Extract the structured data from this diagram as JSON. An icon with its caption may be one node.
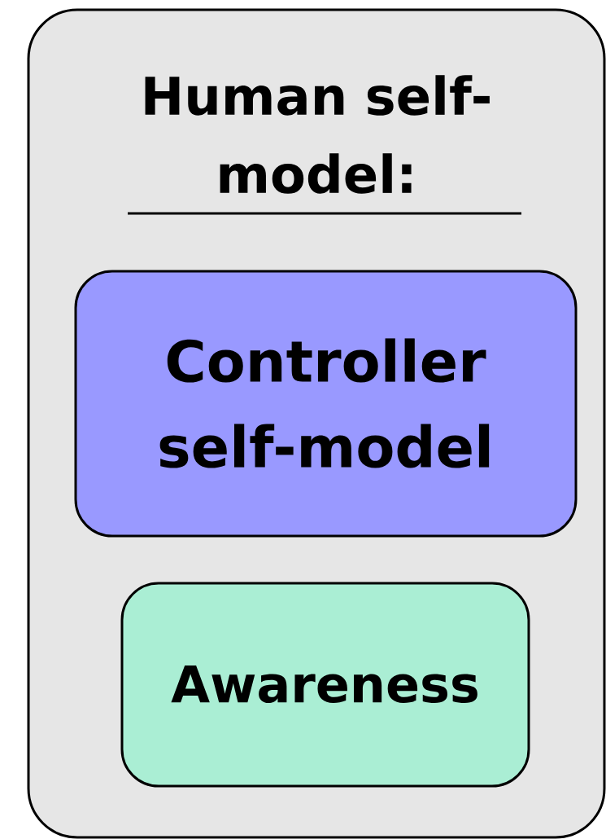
{
  "diagram": {
    "nodes": [
      {
        "text": [
          "Human self-model:"
        ]
      },
      {
        "text": [
          "Controller self-model"
        ],
        "in": 0
      },
      {
        "text": [
          "Awareness"
        ],
        "in": 0
      }
    ]
  }
}
